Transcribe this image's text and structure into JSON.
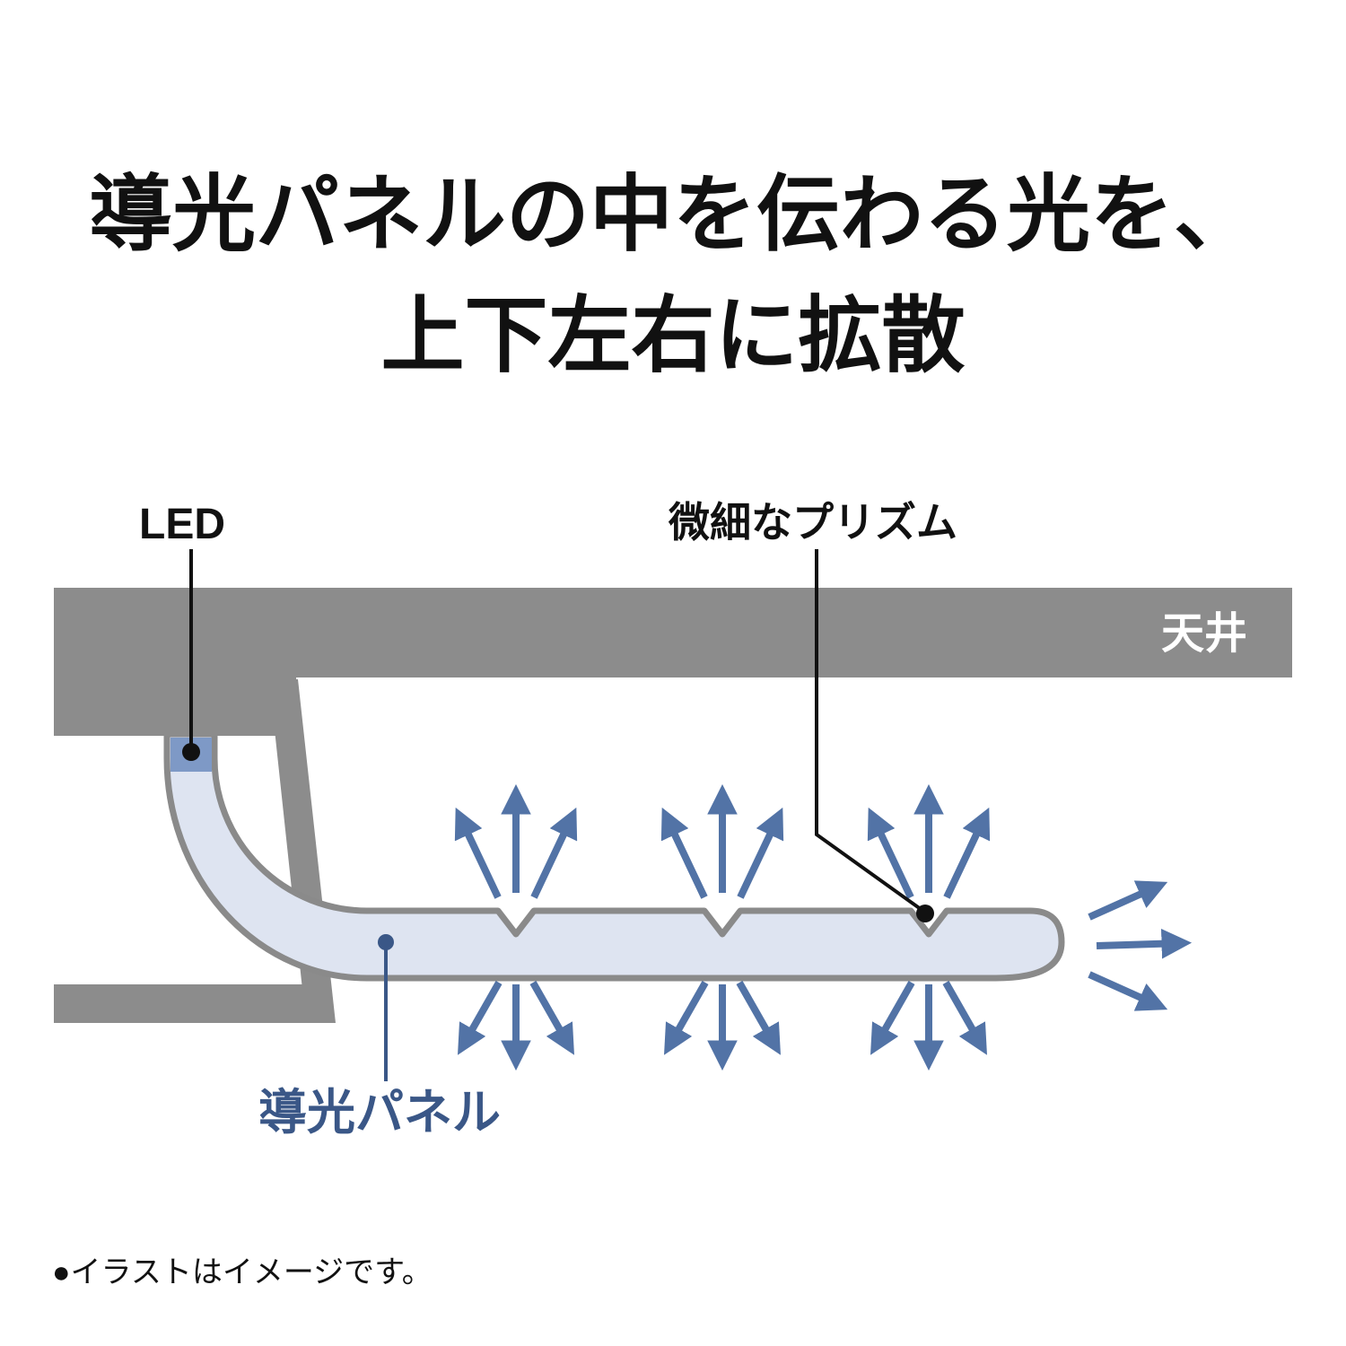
{
  "title": {
    "line1": "導光パネルの中を伝わる光を、",
    "line2": "上下左右に拡散"
  },
  "labels": {
    "led": "LED",
    "prism": "微細なプリズム",
    "ceiling": "天井",
    "panel": "導光パネル"
  },
  "note": "●イラストはイメージです。",
  "icons": {
    "light_arrow": "diffusion-arrow",
    "marker_dot": "callout-dot"
  },
  "colors": {
    "gray": "#8c8c8c",
    "panel_fill": "#dee4f1",
    "panel_stroke": "#8a8a8a",
    "led_chip": "#7e99c6",
    "arrow": "#5273a6",
    "panel_label": "#3a5787",
    "text": "#111111",
    "ceiling_text": "#ffffff"
  }
}
